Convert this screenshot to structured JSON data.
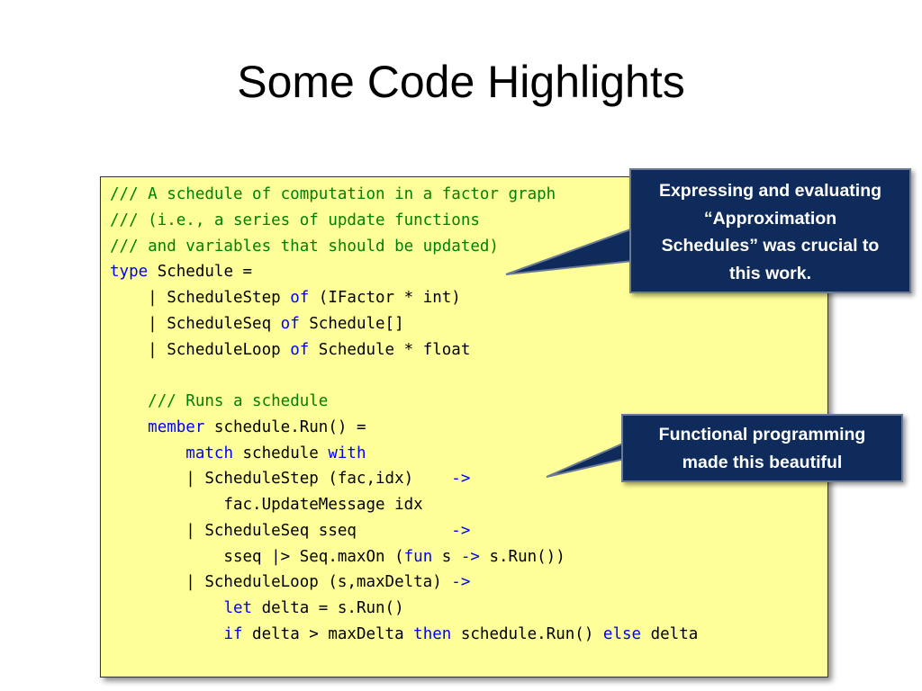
{
  "slide": {
    "title": "Some Code Highlights"
  },
  "code": {
    "lines": [
      [
        {
          "t": "/// A schedule of computation in a factor graph",
          "c": "cm"
        }
      ],
      [
        {
          "t": "/// (i.e., a series of update functions",
          "c": "cm"
        }
      ],
      [
        {
          "t": "/// and variables that should be updated)",
          "c": "cm"
        }
      ],
      [
        {
          "t": "type",
          "c": "kw"
        },
        {
          "t": " Schedule ="
        }
      ],
      [
        {
          "t": "    | ScheduleStep "
        },
        {
          "t": "of",
          "c": "kw"
        },
        {
          "t": " (IFactor * int)"
        }
      ],
      [
        {
          "t": "    | ScheduleSeq "
        },
        {
          "t": "of",
          "c": "kw"
        },
        {
          "t": " Schedule[]"
        }
      ],
      [
        {
          "t": "    | ScheduleLoop "
        },
        {
          "t": "of",
          "c": "kw"
        },
        {
          "t": " Schedule * float"
        }
      ],
      [
        {
          "t": ""
        }
      ],
      [
        {
          "t": "    "
        },
        {
          "t": "/// Runs a schedule",
          "c": "cm"
        }
      ],
      [
        {
          "t": "    "
        },
        {
          "t": "member",
          "c": "kw"
        },
        {
          "t": " schedule.Run() ="
        }
      ],
      [
        {
          "t": "        "
        },
        {
          "t": "match",
          "c": "kw"
        },
        {
          "t": " schedule "
        },
        {
          "t": "with",
          "c": "kw"
        }
      ],
      [
        {
          "t": "        | ScheduleStep (fac,idx)    "
        },
        {
          "t": "->",
          "c": "kw"
        }
      ],
      [
        {
          "t": "            fac.UpdateMessage idx"
        }
      ],
      [
        {
          "t": "        | ScheduleSeq sseq          "
        },
        {
          "t": "->",
          "c": "kw"
        }
      ],
      [
        {
          "t": "            sseq |> Seq.maxOn ("
        },
        {
          "t": "fun",
          "c": "kw"
        },
        {
          "t": " s "
        },
        {
          "t": "->",
          "c": "kw"
        },
        {
          "t": " s.Run())"
        }
      ],
      [
        {
          "t": "        | ScheduleLoop (s,maxDelta) "
        },
        {
          "t": "->",
          "c": "kw"
        }
      ],
      [
        {
          "t": "            "
        },
        {
          "t": "let",
          "c": "kw"
        },
        {
          "t": " delta = s.Run()"
        }
      ],
      [
        {
          "t": "            "
        },
        {
          "t": "if",
          "c": "kw"
        },
        {
          "t": " delta > maxDelta "
        },
        {
          "t": "then",
          "c": "kw"
        },
        {
          "t": " schedule.Run() "
        },
        {
          "t": "else",
          "c": "kw"
        },
        {
          "t": " delta"
        }
      ]
    ]
  },
  "callouts": {
    "approximation": {
      "line1": "Expressing and evaluating",
      "line2": "“Approximation",
      "line3": "Schedules” was crucial to",
      "line4": "this work."
    },
    "functional": {
      "line1": "Functional programming",
      "line2": "made this beautiful"
    }
  },
  "colors": {
    "code_background": "#ffff99",
    "comment": "#008000",
    "keyword": "#0000ff",
    "callout_background": "#0f2b5b"
  }
}
